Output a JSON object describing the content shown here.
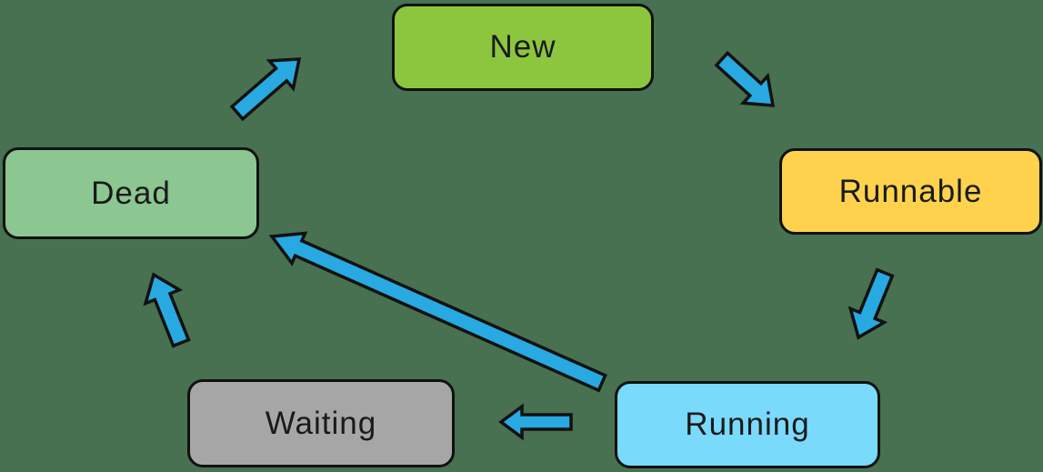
{
  "diagram": {
    "background": "#477150",
    "outline_color": "#111111",
    "text_color": "#1a1a1a",
    "arrow_fill": "#29A9E1",
    "nodes": [
      {
        "id": "new",
        "label": "New",
        "fill": "#8CC63F"
      },
      {
        "id": "runnable",
        "label": "Runnable",
        "fill": "#FFD24E"
      },
      {
        "id": "running",
        "label": "Running",
        "fill": "#79DAFC"
      },
      {
        "id": "waiting",
        "label": "Waiting",
        "fill": "#A6A6A6"
      },
      {
        "id": "dead",
        "label": "Dead",
        "fill": "#8CC690"
      }
    ],
    "edges": [
      {
        "from": "dead",
        "to": "new"
      },
      {
        "from": "new",
        "to": "runnable"
      },
      {
        "from": "runnable",
        "to": "running"
      },
      {
        "from": "running",
        "to": "waiting"
      },
      {
        "from": "waiting",
        "to": "dead"
      },
      {
        "from": "running",
        "to": "dead"
      }
    ]
  }
}
